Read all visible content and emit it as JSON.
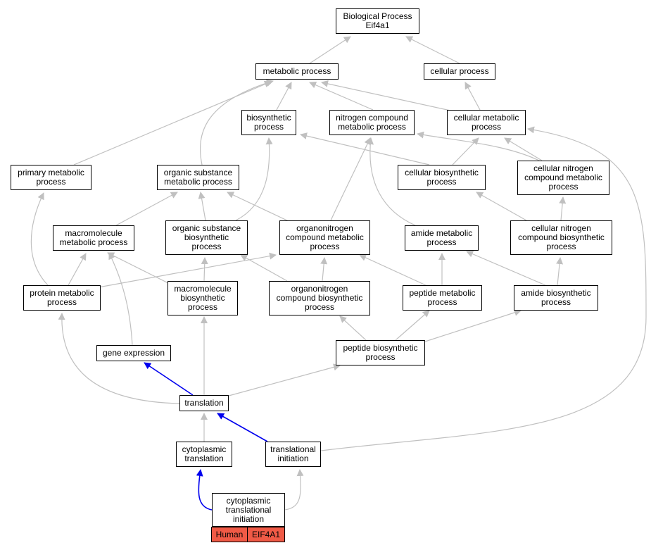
{
  "colors": {
    "edge_gray": "#c0c0c0",
    "edge_blue": "#0000ee",
    "node_border": "#000000",
    "tag_fill": "#f05a46"
  },
  "nodes": [
    {
      "id": "bp",
      "label": "Biological Process\nEif4a1"
    },
    {
      "id": "metabolic",
      "label": "metabolic process"
    },
    {
      "id": "cellular",
      "label": "cellular process"
    },
    {
      "id": "biosynthetic",
      "label": "biosynthetic\nprocess"
    },
    {
      "id": "nitrogen",
      "label": "nitrogen compound\nmetabolic process"
    },
    {
      "id": "cellmetab",
      "label": "cellular metabolic\nprocess"
    },
    {
      "id": "primary",
      "label": "primary metabolic\nprocess"
    },
    {
      "id": "orgsub",
      "label": "organic substance\nmetabolic process"
    },
    {
      "id": "cellbio",
      "label": "cellular biosynthetic\nprocess"
    },
    {
      "id": "cellnitro",
      "label": "cellular nitrogen\ncompound metabolic\nprocess"
    },
    {
      "id": "macromol",
      "label": "macromolecule\nmetabolic process"
    },
    {
      "id": "orgsubbio",
      "label": "organic substance\nbiosynthetic\nprocess"
    },
    {
      "id": "organonitro",
      "label": "organonitrogen\ncompound metabolic\nprocess"
    },
    {
      "id": "amidemetab",
      "label": "amide metabolic\nprocess"
    },
    {
      "id": "cellnitrobio",
      "label": "cellular nitrogen\ncompound biosynthetic\nprocess"
    },
    {
      "id": "protmetab",
      "label": "protein metabolic\nprocess"
    },
    {
      "id": "macrobio",
      "label": "macromolecule\nbiosynthetic\nprocess"
    },
    {
      "id": "organonitrobio",
      "label": "organonitrogen\ncompound biosynthetic\nprocess"
    },
    {
      "id": "peptmetab",
      "label": "peptide metabolic\nprocess"
    },
    {
      "id": "amidebio",
      "label": "amide biosynthetic\nprocess"
    },
    {
      "id": "geneexp",
      "label": "gene expression"
    },
    {
      "id": "peptbio",
      "label": "peptide biosynthetic\nprocess"
    },
    {
      "id": "translation",
      "label": "translation"
    },
    {
      "id": "cytotrans",
      "label": "cytoplasmic\ntranslation"
    },
    {
      "id": "transinit",
      "label": "translational\ninitiation"
    },
    {
      "id": "cytotransinit",
      "label": "cytoplasmic\ntranslational\ninitiation"
    }
  ],
  "tags": {
    "species": "Human",
    "gene": "EIF4A1"
  }
}
